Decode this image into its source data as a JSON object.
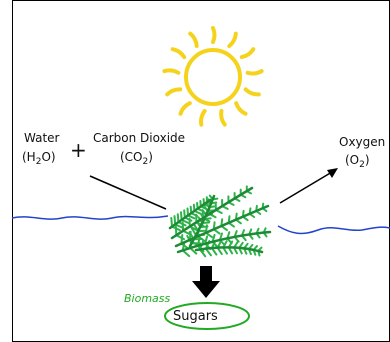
{
  "water": {
    "name": "Water",
    "formula_pre": "(H",
    "formula_sub": "2",
    "formula_post": "O)"
  },
  "plus": "+",
  "carbon": {
    "name": "Carbon Dioxide",
    "formula_pre": "(CO",
    "formula_sub": "2",
    "formula_post": ")"
  },
  "oxygen": {
    "name": "Oxygen",
    "formula_pre": "(O",
    "formula_sub": "2",
    "formula_post": ")"
  },
  "biomass": "Biomass",
  "sugars": "Sugars",
  "colors": {
    "sun": "#f5d31c",
    "water_line": "#2244cc",
    "plant": "#2db34a",
    "biomass_text": "#22aa22",
    "sugars_outline": "#22aa22",
    "arrows": "#000000"
  }
}
